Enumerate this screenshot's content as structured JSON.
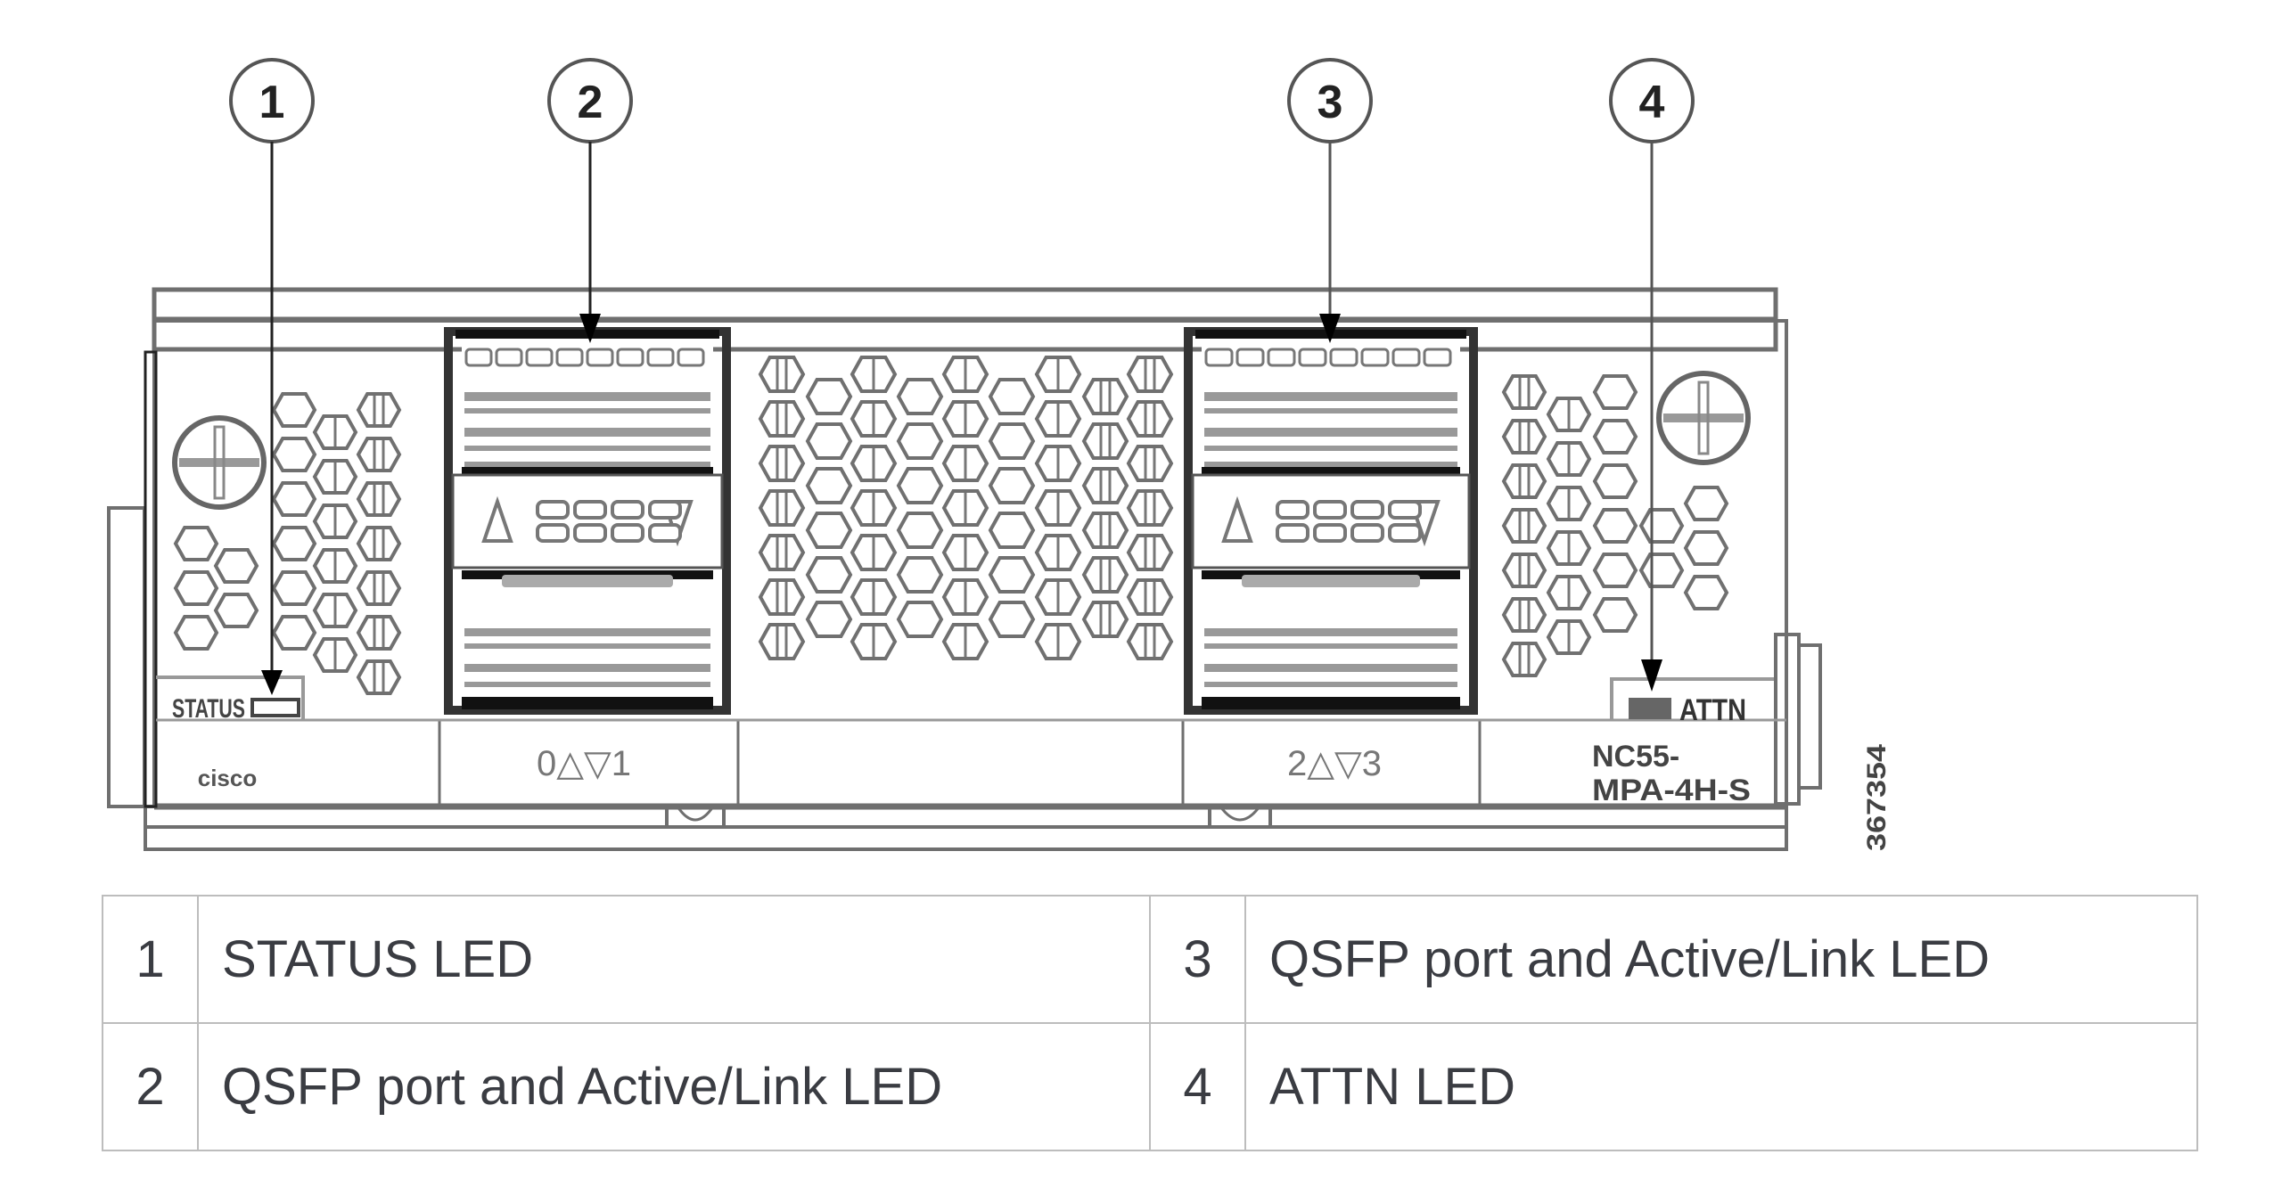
{
  "figure": {
    "title": "NC55-MPA-4H-S front panel",
    "figure_id": "367354",
    "panel_labels": {
      "status": "STATUS",
      "attn": "ATTN",
      "logo": "cisco",
      "model_line1": "NC55-",
      "model_line2": "MPA-4H-S",
      "port_group_left": "0△▽1",
      "port_group_right": "2△▽3"
    },
    "callouts": [
      {
        "number": "1",
        "target": "STATUS LED"
      },
      {
        "number": "2",
        "target": "QSFP port and Active/Link LED (ports 0-1)"
      },
      {
        "number": "3",
        "target": "QSFP port and Active/Link LED (ports 2-3)"
      },
      {
        "number": "4",
        "target": "ATTN LED"
      }
    ],
    "colors": {
      "line": "#6f6f6f",
      "dark": "#111111",
      "text": "#3a3c42",
      "border": "#bdbdbd"
    }
  },
  "legend": {
    "rows": [
      [
        {
          "num": "1",
          "desc": "STATUS LED"
        },
        {
          "num": "3",
          "desc": "QSFP port and Active/Link LED"
        }
      ],
      [
        {
          "num": "2",
          "desc": "QSFP port and Active/Link LED"
        },
        {
          "num": "4",
          "desc": "ATTN LED"
        }
      ]
    ]
  }
}
